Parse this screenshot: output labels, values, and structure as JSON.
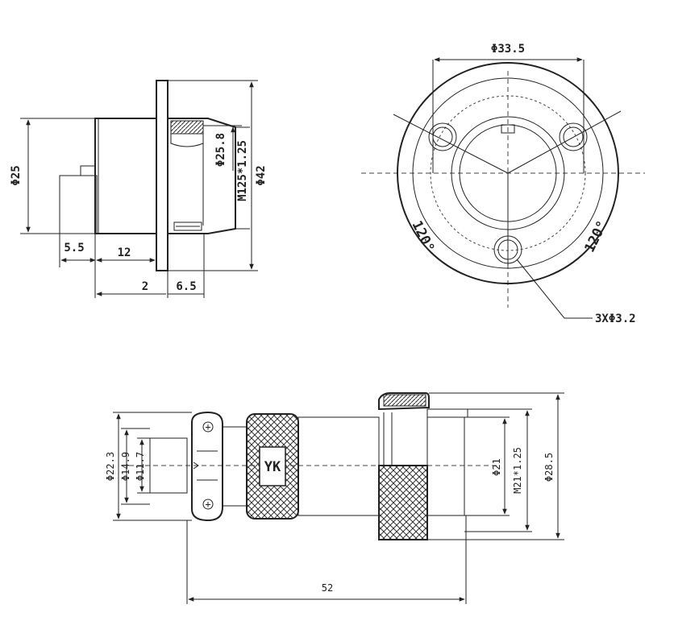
{
  "side_view": {
    "phi25": "Φ25",
    "phi25_8": "Φ25.8",
    "m125": "M125*1.25",
    "phi42": "Φ42",
    "dim_5_5": "5.5",
    "dim_12": "12",
    "dim_2": "2",
    "dim_6_5": "6.5"
  },
  "front_view": {
    "phi33_5": "Φ33.5",
    "angle_left": "120°",
    "angle_right": "120°",
    "holes": "3XΦ3.2"
  },
  "bottom_view": {
    "phi22_3": "Φ22.3",
    "phi14_9": "Φ14.9",
    "phi11_7": "Φ11.7",
    "phi21": "Φ21",
    "m21": "M21*1.25",
    "phi28_5": "Φ28.5",
    "dim_52": "52",
    "brand": "YK"
  }
}
